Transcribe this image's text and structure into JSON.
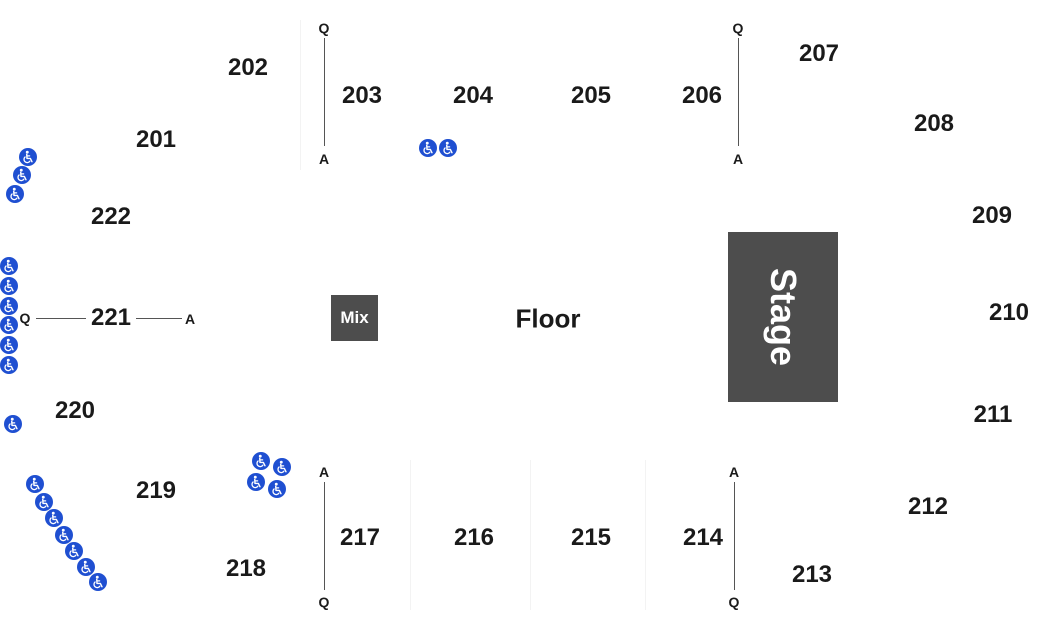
{
  "sections": {
    "s201": "201",
    "s202": "202",
    "s203": "203",
    "s204": "204",
    "s205": "205",
    "s206": "206",
    "s207": "207",
    "s208": "208",
    "s209": "209",
    "s210": "210",
    "s211": "211",
    "s212": "212",
    "s213": "213",
    "s214": "214",
    "s215": "215",
    "s216": "216",
    "s217": "217",
    "s218": "218",
    "s219": "219",
    "s220": "220",
    "s221": "221",
    "s222": "222"
  },
  "floor": {
    "mix_label": "Mix",
    "floor_label": "Floor",
    "stage_label": "Stage"
  },
  "row_markers": {
    "first_row": "A",
    "last_row": "Q"
  },
  "icons": {
    "accessible": "wheelchair-icon"
  },
  "colors": {
    "accessible_blue": "#1f4fd1",
    "stage_fill": "#4d4d4d",
    "text": "#1a1a1a"
  }
}
